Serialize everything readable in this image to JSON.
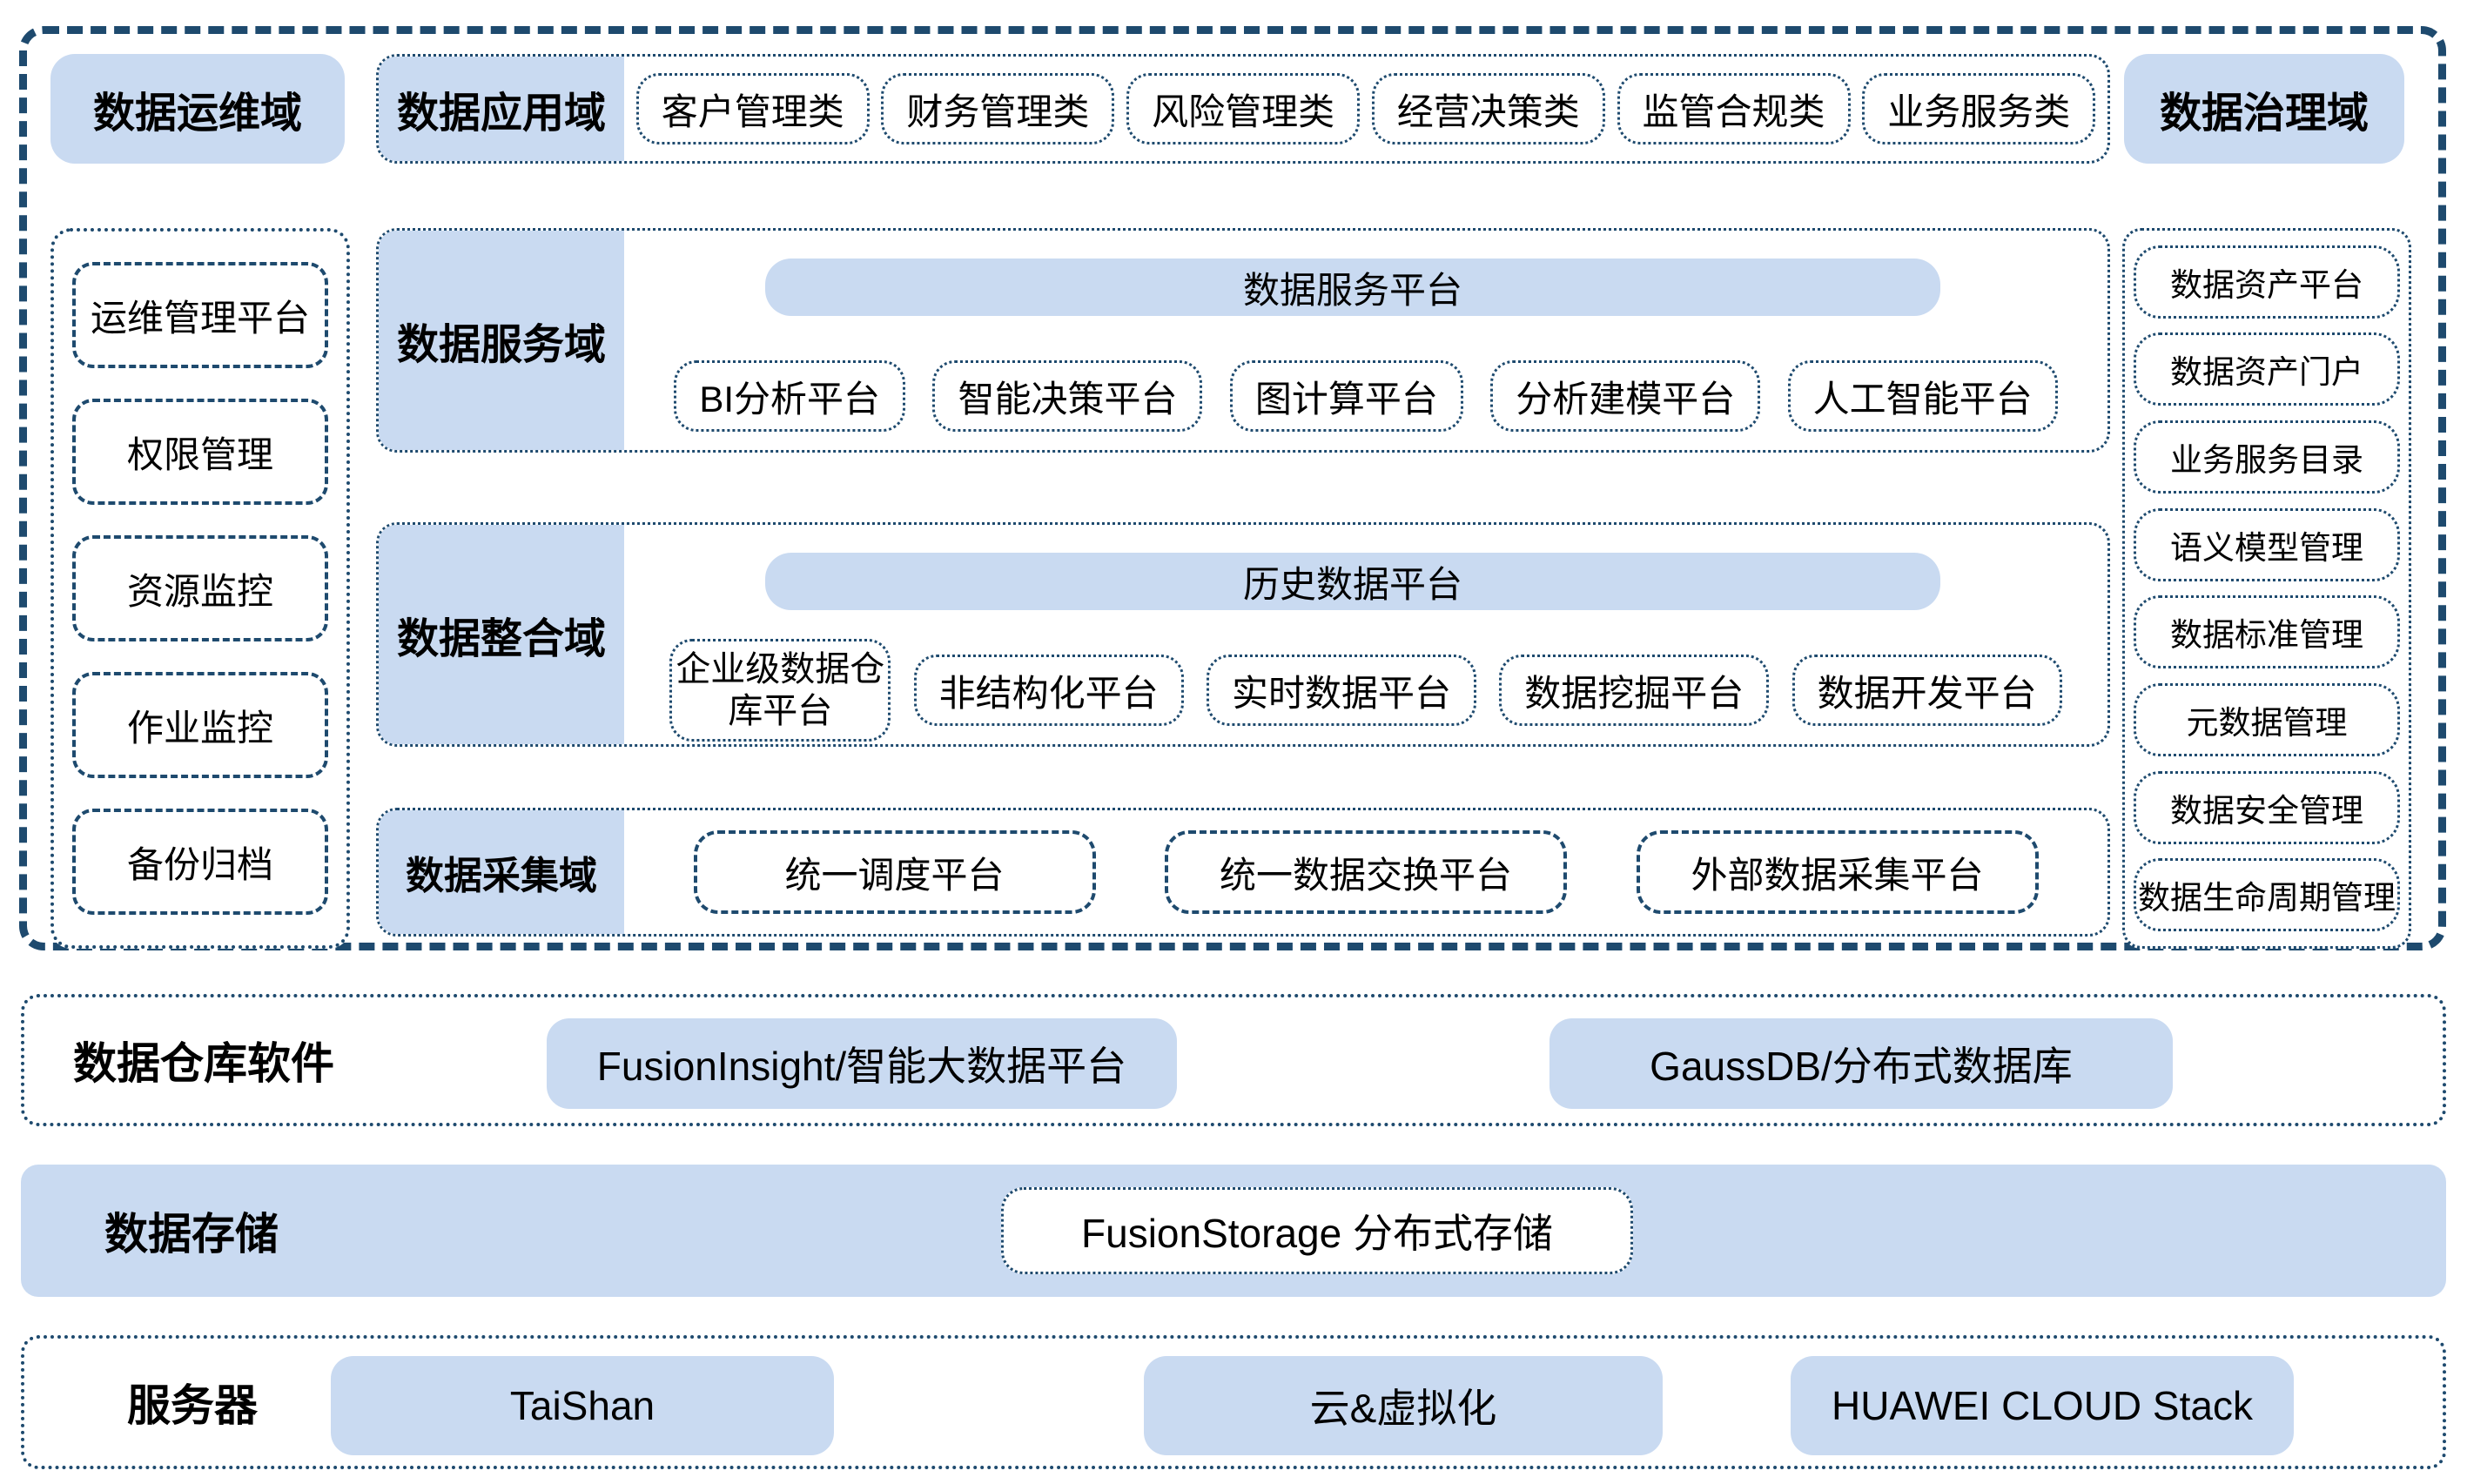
{
  "colors": {
    "accent_fill": "#C9DAF1",
    "border_navy": "#1E4A6E",
    "text": "#000000"
  },
  "top_row": {
    "ops_domain": "数据运维域",
    "app_domain": {
      "label": "数据应用域",
      "items": [
        "客户管理类",
        "财务管理类",
        "风险管理类",
        "经营决策类",
        "监管合规类",
        "业务服务类"
      ]
    },
    "governance_domain": "数据治理域"
  },
  "left_sidebar": {
    "items": [
      "运维管理平台",
      "权限管理",
      "资源监控",
      "作业监控",
      "备份归档"
    ]
  },
  "right_sidebar": {
    "items": [
      "数据资产平台",
      "数据资产门户",
      "业务服务目录",
      "语义模型管理",
      "数据标准管理",
      "元数据管理",
      "数据安全管理",
      "数据生命周期管理"
    ]
  },
  "service_domain": {
    "label": "数据服务域",
    "platform_bar": "数据服务平台",
    "items": [
      "BI分析平台",
      "智能决策平台",
      "图计算平台",
      "分析建模平台",
      "人工智能平台"
    ]
  },
  "integration_domain": {
    "label": "数据整合域",
    "platform_bar": "历史数据平台",
    "items": [
      "企业级数据仓库平台",
      "非结构化平台",
      "实时数据平台",
      "数据挖掘平台",
      "数据开发平台"
    ]
  },
  "collection_domain": {
    "label": "数据采集域",
    "items": [
      "统一调度平台",
      "统一数据交换平台",
      "外部数据采集平台"
    ]
  },
  "warehouse_row": {
    "label": "数据仓库软件",
    "items": [
      "FusionInsight/智能大数据平台",
      "GaussDB/分布式数据库"
    ]
  },
  "storage_row": {
    "label": "数据存储",
    "item": "FusionStorage 分布式存储"
  },
  "server_row": {
    "label": "服务器",
    "items": [
      "TaiShan",
      "云&虚拟化",
      "HUAWEI CLOUD Stack"
    ]
  }
}
